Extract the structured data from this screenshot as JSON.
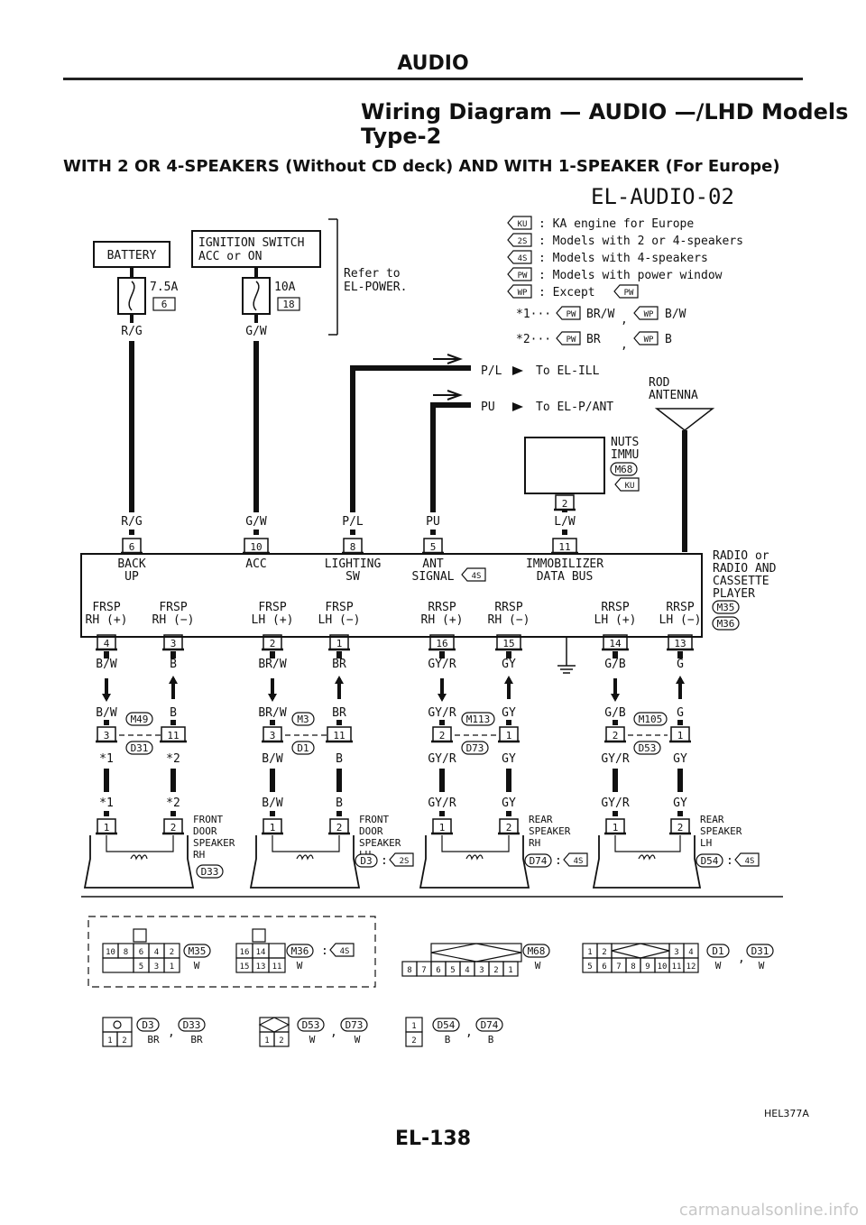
{
  "header": {
    "section_title": "AUDIO",
    "diagram_title": "Wiring Diagram — AUDIO —/LHD Models",
    "diagram_subtitle": "Type-2",
    "diagram_heading": "WITH 2 OR 4-SPEAKERS (Without CD deck) AND WITH 1-SPEAKER (For Europe)"
  },
  "diagram": {
    "code": "EL-AUDIO-02",
    "legend": [
      {
        "tag": "KU",
        "text": ": KA engine for Europe"
      },
      {
        "tag": "2S",
        "text": ": Models with 2 or 4-speakers"
      },
      {
        "tag": "4S",
        "text": ": Models with 4-speakers"
      },
      {
        "tag": "PW",
        "text": ": Models with power window"
      },
      {
        "tag": "WP",
        "text": ": Except"
      }
    ],
    "legend_except_tag": "PW",
    "footnotes": [
      {
        "mark": "*1···",
        "a_tag": "PW",
        "a_color": "BR/W",
        "b_tag": "WP",
        "b_color": "B/W"
      },
      {
        "mark": "*2···",
        "a_tag": "PW",
        "a_color": "BR",
        "b_tag": "WP",
        "b_color": "B"
      }
    ],
    "battery": "BATTERY",
    "ignition": [
      "IGNITION SWITCH",
      "ACC or ON"
    ],
    "fuse1": {
      "amp": "7.5A",
      "num": "6",
      "wire": "R/G"
    },
    "fuse2": {
      "amp": "10A",
      "num": "18",
      "wire": "G/W"
    },
    "refer": [
      "Refer to",
      "EL-POWER."
    ],
    "pl_label": "P/L",
    "pl_to": "To EL-ILL",
    "pu_label": "PU",
    "pu_to": "To EL-P/ANT",
    "rod_antenna": [
      "ROD",
      "ANTENNA"
    ],
    "nuts": {
      "lines": [
        "NUTS",
        "IMMU"
      ],
      "conn": "M68",
      "tag": "KU",
      "pin": "2"
    },
    "radio_label": [
      "RADIO or",
      "RADIO AND",
      "CASSETTE",
      "PLAYER"
    ],
    "radio_conns": [
      "M35",
      "M36"
    ],
    "ant_tag": "4S",
    "top_pins": [
      {
        "wire": "R/G",
        "pin": "6",
        "name": [
          "BACK",
          "UP"
        ]
      },
      {
        "wire": "G/W",
        "pin": "10",
        "name": [
          "ACC"
        ]
      },
      {
        "wire": "P/L",
        "pin": "8",
        "name": [
          "LIGHTING",
          "SW"
        ]
      },
      {
        "wire": "PU",
        "pin": "5",
        "name": [
          "ANT",
          "SIGNAL"
        ]
      },
      {
        "wire": "L/W",
        "pin": "11",
        "name": [
          "IMMOBILIZER",
          "DATA BUS"
        ]
      }
    ],
    "bottom_pins": [
      {
        "name": [
          "FRSP",
          "RH (+)"
        ],
        "pin": "4",
        "wire": "B/W"
      },
      {
        "name": [
          "FRSP",
          "RH (−)"
        ],
        "pin": "3",
        "wire": "B"
      },
      {
        "name": [
          "FRSP",
          "LH (+)"
        ],
        "pin": "2",
        "wire": "BR/W"
      },
      {
        "name": [
          "FRSP",
          "LH (−)"
        ],
        "pin": "1",
        "wire": "BR"
      },
      {
        "name": [
          "RRSP",
          "RH (+)"
        ],
        "pin": "16",
        "wire": "GY/R"
      },
      {
        "name": [
          "RRSP",
          "RH (−)"
        ],
        "pin": "15",
        "wire": "GY"
      },
      {
        "name": [
          "RRSP",
          "LH (+)"
        ],
        "pin": "14",
        "wire": "G/B"
      },
      {
        "name": [
          "RRSP",
          "LH (−)"
        ],
        "pin": "13",
        "wire": "G"
      }
    ],
    "joints": [
      {
        "top": "M49",
        "bot": "D31",
        "lpin": "3",
        "rpin": "11",
        "lw_top": "B/W",
        "rw_top": "B",
        "lw_bot": "*1",
        "rw_bot": "*2"
      },
      {
        "top": "M3",
        "bot": "D1",
        "lpin": "3",
        "rpin": "11",
        "lw_top": "BR/W",
        "rw_top": "BR",
        "lw_bot": "B/W",
        "rw_bot": "B"
      },
      {
        "top": "M113",
        "bot": "D73",
        "lpin": "2",
        "rpin": "1",
        "lw_top": "GY/R",
        "rw_top": "GY",
        "lw_bot": "GY/R",
        "rw_bot": "GY"
      },
      {
        "top": "M105",
        "bot": "D53",
        "lpin": "2",
        "rpin": "1",
        "lw_top": "G/B",
        "rw_top": "G",
        "lw_bot": "GY/R",
        "rw_bot": "GY"
      }
    ],
    "speakers": [
      {
        "lw": "*1",
        "rw": "*2",
        "name": [
          "FRONT",
          "DOOR",
          "SPEAKER",
          "RH"
        ],
        "conn": "D33",
        "tag": ""
      },
      {
        "lw": "B/W",
        "rw": "B",
        "name": [
          "FRONT",
          "DOOR",
          "SPEAKER",
          "LH"
        ],
        "conn": "D3",
        "tag": "2S"
      },
      {
        "lw": "GY/R",
        "rw": "GY",
        "name": [
          "REAR",
          "SPEAKER",
          "RH"
        ],
        "conn": "D74",
        "tag": "4S"
      },
      {
        "lw": "GY/R",
        "rw": "GY",
        "name": [
          "REAR",
          "SPEAKER",
          "LH"
        ],
        "conn": "D54",
        "tag": "4S"
      }
    ],
    "speaker_pins": [
      "1",
      "2"
    ],
    "face_views": {
      "m35": {
        "conn": "M35",
        "color": "W",
        "top": [
          "10",
          "8",
          "6",
          "4",
          "2"
        ],
        "bot": [
          "5",
          "3",
          "1"
        ]
      },
      "m36": {
        "conn": "M36",
        "color": "W",
        "tag": "4S",
        "top": [
          "16",
          "14"
        ],
        "bot": [
          "15",
          "13",
          "11"
        ]
      },
      "m68": {
        "conn": "M68",
        "color": "W",
        "pins": [
          "8",
          "7",
          "6",
          "5",
          "4",
          "3",
          "2",
          "1"
        ]
      },
      "d1": {
        "conn1": "D1",
        "conn2": "D31",
        "color1": "W",
        "color2": "W",
        "top_l": [
          "1",
          "2"
        ],
        "top_r": [
          "3",
          "4"
        ],
        "bot": [
          "5",
          "6",
          "7",
          "8",
          "9",
          "10",
          "11",
          "12"
        ]
      },
      "d3": {
        "conn1": "D3",
        "conn2": "D33",
        "color1": "BR",
        "color2": "BR",
        "pins": [
          "1",
          "2"
        ]
      },
      "d53": {
        "conn1": "D53",
        "conn2": "D73",
        "color1": "W",
        "color2": "W",
        "pins": [
          "1",
          "2"
        ]
      },
      "d54": {
        "conn1": "D54",
        "conn2": "D74",
        "color1": "B",
        "color2": "B",
        "pins": [
          "1",
          "2"
        ]
      }
    }
  },
  "footer": {
    "figure_code": "HEL377A",
    "page_number": "EL-138",
    "watermark": "carmanualsonline.info"
  }
}
